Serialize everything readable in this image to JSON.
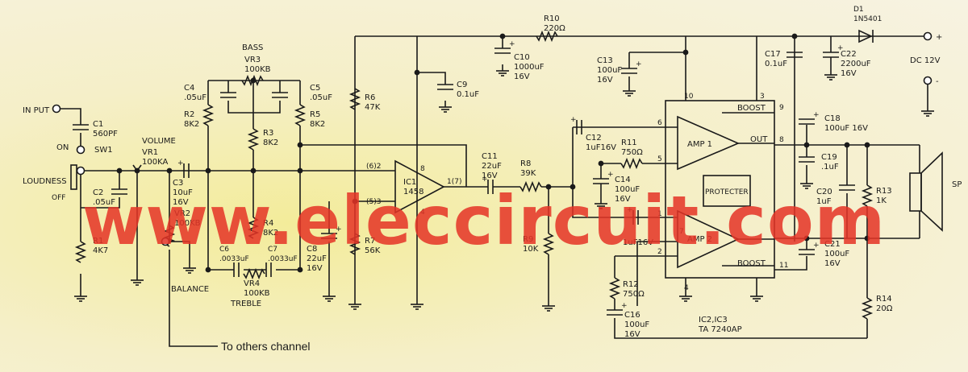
{
  "colors": {
    "line": "#1a1a1a",
    "watermark": "#e53426",
    "paper": "#f5efc8"
  },
  "watermark": "www.eleccircuit.com",
  "note": "To others channel",
  "components": {
    "input": "IN PUT",
    "c1": [
      "C1",
      "560PF"
    ],
    "on": "ON",
    "sw1": "SW1",
    "loudness": "LOUDNESS",
    "off": "OFF",
    "c2": [
      "C2",
      ".05uF"
    ],
    "r1": [
      "R1",
      "4K7"
    ],
    "volume": "VOLUME",
    "vr1": [
      "VR1",
      "100KA"
    ],
    "c3": [
      "C3",
      "10uF",
      "16V"
    ],
    "vr2": [
      "VR2",
      "100KB"
    ],
    "balance": "BALANCE",
    "bass": "BASS",
    "vr3": [
      "VR3",
      "100KB"
    ],
    "c4": [
      "C4",
      ".05uF"
    ],
    "r2": [
      "R2",
      "8K2"
    ],
    "c5": [
      "C5",
      ".05uF"
    ],
    "r5": [
      "R5",
      "8K2"
    ],
    "r3": [
      "R3",
      "8K2"
    ],
    "r4": [
      "R4",
      "8K2"
    ],
    "c6": [
      "C6",
      ".0033uF"
    ],
    "c7": [
      "C7",
      ".0033uF"
    ],
    "vr4": [
      "VR4",
      "100KB"
    ],
    "treble": "TREBLE",
    "c8": [
      "C8",
      "22uF",
      "16V"
    ],
    "r6": [
      "R6",
      "47K"
    ],
    "r7": [
      "R7",
      "56K"
    ],
    "ic1": [
      "IC1",
      "1458"
    ],
    "ic1_pins": [
      "(6)2",
      "(5)3",
      "8",
      "1(7)",
      "4"
    ],
    "c9": [
      "C9",
      "0.1uF"
    ],
    "r10": [
      "R10",
      "220Ω"
    ],
    "c10": [
      "C10",
      "1000uF",
      "16V"
    ],
    "c11": [
      "C11",
      "22uF",
      "16V"
    ],
    "r8": [
      "R8",
      "39K"
    ],
    "r9": [
      "R9",
      "10K"
    ],
    "c12": [
      "C12",
      "1uF16V"
    ],
    "r11": [
      "R11",
      "750Ω"
    ],
    "c13": [
      "C13",
      "100uF",
      "16V"
    ],
    "c14": [
      "C14",
      "100uF",
      "16V"
    ],
    "c15": [
      "1uF16V"
    ],
    "r12": [
      "R12",
      "750Ω"
    ],
    "c16": [
      "C16",
      "100uF",
      "16V"
    ],
    "amp1": "AMP 1",
    "amp2": "AMP 2",
    "protecter": "PROTECTER",
    "boost": "BOOST",
    "out": "OUT",
    "ic_pins": [
      "10",
      "3",
      "9",
      "6",
      "5",
      "8",
      "1",
      "7",
      "2",
      "11",
      "4"
    ],
    "ic23": [
      "IC2,IC3",
      "TA 7240AP"
    ],
    "c17": [
      "C17",
      "0.1uF"
    ],
    "c22": [
      "C22",
      "2200uF",
      "16V"
    ],
    "d1": [
      "D1",
      "1N5401"
    ],
    "dc": "DC 12V",
    "plus": "+",
    "minus": "-",
    "c18": [
      "C18",
      "100uF 16V"
    ],
    "c19": [
      "C19",
      ".1uF"
    ],
    "c20": [
      "C20",
      "1uF"
    ],
    "c21": [
      "C21",
      "100uF",
      "16V"
    ],
    "r13": [
      "R13",
      "1K"
    ],
    "r14": [
      "R14",
      "20Ω"
    ],
    "sp": "SP"
  }
}
